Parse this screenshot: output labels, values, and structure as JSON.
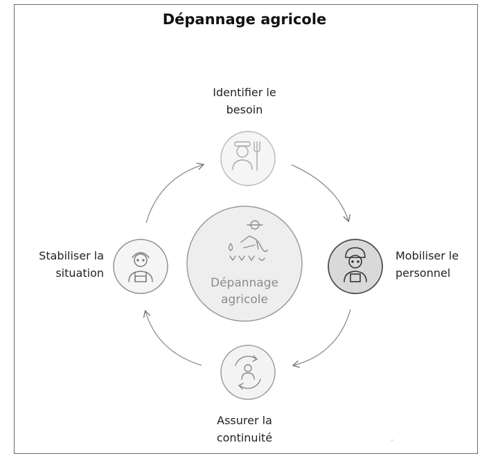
{
  "title": "Dépannage agricole",
  "center": {
    "line1": "Dépannage",
    "line2": "agricole"
  },
  "steps": [
    {
      "line1": "Identifier le",
      "line2": "besoin",
      "icon": "farmer-pitchfork-icon"
    },
    {
      "line1": "Mobiliser le",
      "line2": "personnel",
      "icon": "worker-cap-icon"
    },
    {
      "line1": "Assurer la",
      "line2": "continuité",
      "icon": "person-cycle-icon"
    },
    {
      "line1": "Stabiliser la",
      "line2": "situation",
      "icon": "farmer-overalls-icon"
    }
  ],
  "colors": {
    "circle_fill": "#f2f2f2",
    "dark_circle_fill": "#dcdcdc",
    "stroke": "#8a8a8a",
    "arrow": "#777777"
  }
}
